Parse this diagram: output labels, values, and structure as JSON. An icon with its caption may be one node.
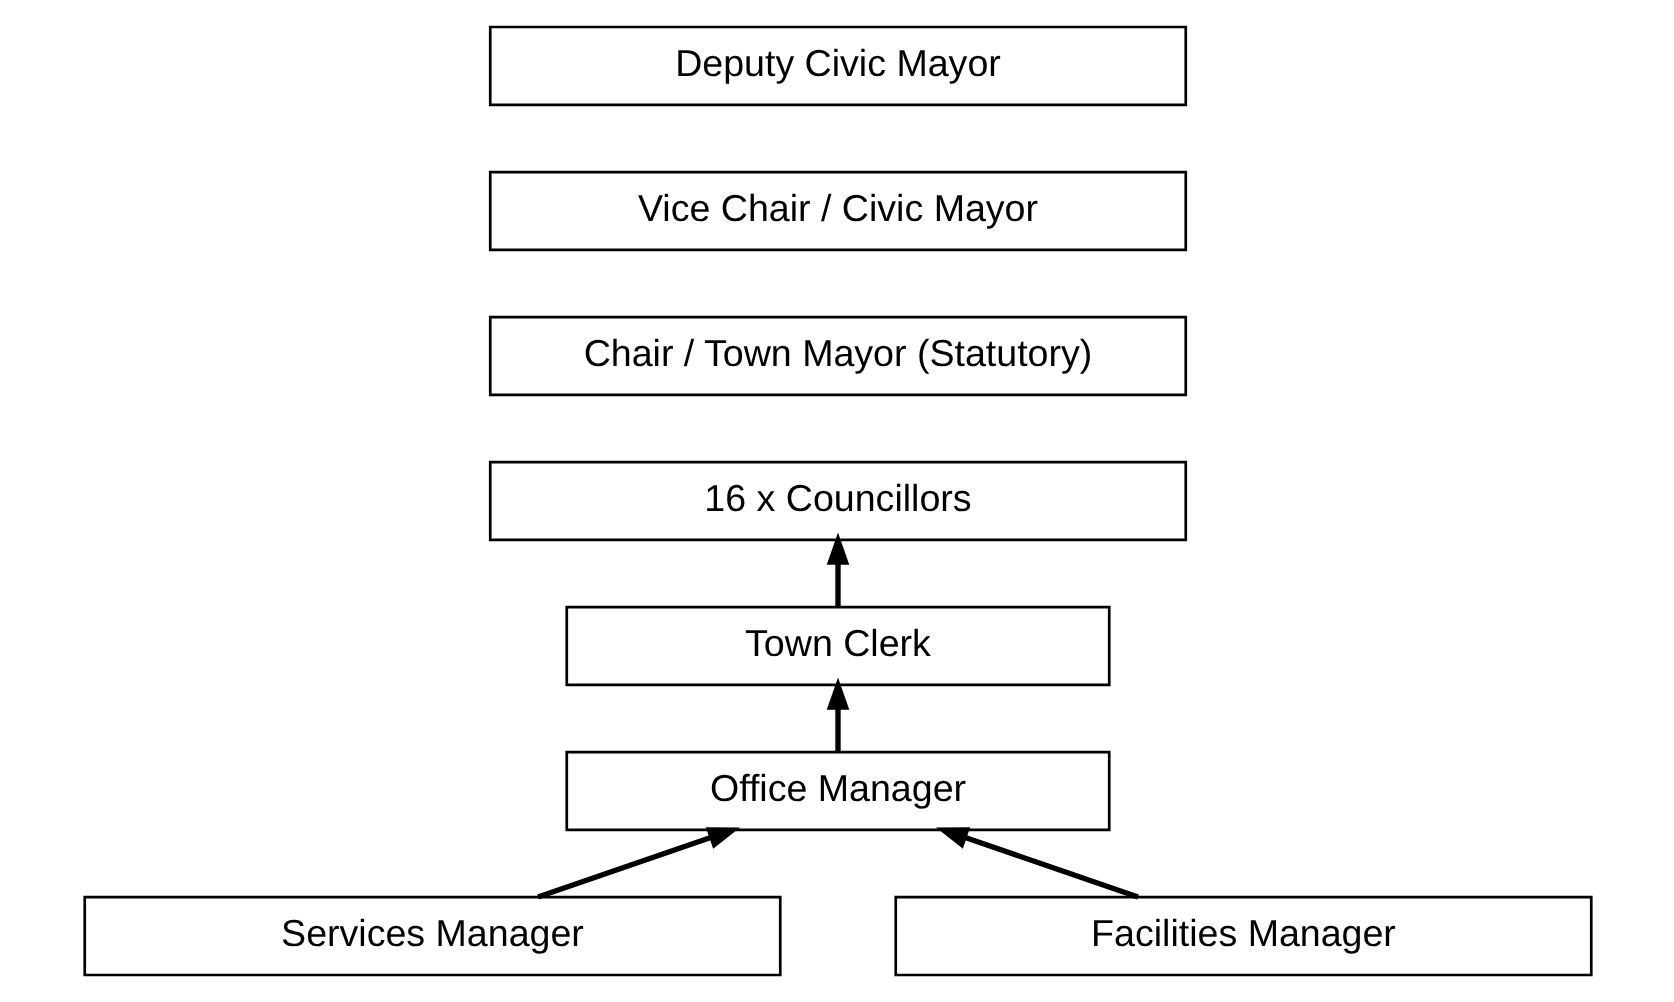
{
  "diagram": {
    "nodes": [
      {
        "text": [
          "Deputy Civic Mayor"
        ]
      },
      {
        "text": [
          "Vice Chair / Civic Mayor"
        ]
      },
      {
        "text": [
          "Chair / Town Mayor (Statutory)"
        ]
      },
      {
        "text": [
          "16 x Councillors"
        ]
      },
      {
        "text": [
          "Town Clerk"
        ]
      },
      {
        "text": [
          "Office Manager"
        ]
      },
      {
        "text": [
          "Services Manager"
        ]
      },
      {
        "text": [
          "Facilities Manager"
        ]
      }
    ],
    "edges": [
      {
        "from": 4,
        "to": 3,
        "arrow": "to"
      },
      {
        "from": 5,
        "to": 4,
        "arrow": "to"
      },
      {
        "from": 6,
        "to": 5,
        "arrow": "to"
      },
      {
        "from": 7,
        "to": 5,
        "arrow": "to"
      }
    ]
  }
}
